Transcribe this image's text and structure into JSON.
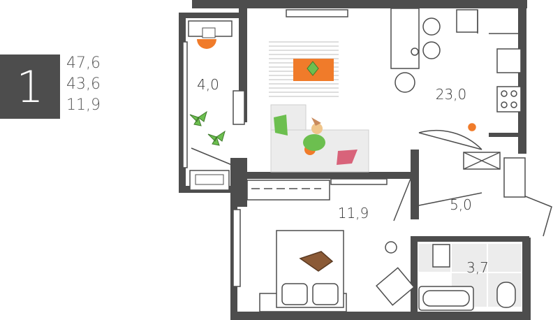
{
  "apartment": {
    "rooms_count": "1",
    "total_area": "47,6",
    "living_area": "43,6",
    "kitchen_area": "11,9"
  },
  "rooms": {
    "balcony": "4,0",
    "living_kitchen": "23,0",
    "hall": "5,0",
    "bedroom": "11,9",
    "bathroom": "3,7"
  },
  "colors": {
    "wall": "#4d4d4d",
    "accent_orange": "#f07b2a",
    "plant_green": "#6cbf4f",
    "pillow_pink": "#d8637a",
    "tile": "#ebebeb"
  }
}
